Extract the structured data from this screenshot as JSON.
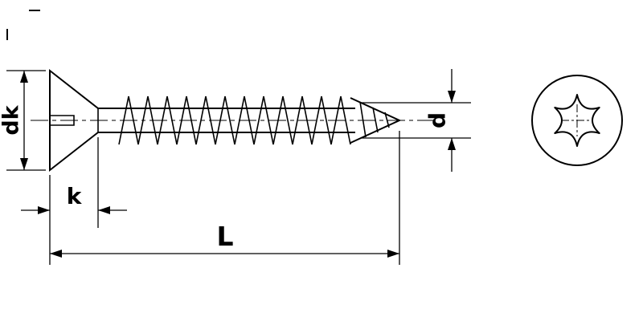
{
  "diagram": {
    "labels": {
      "head_diameter": "dk",
      "head_height": "k",
      "thread_diameter": "d",
      "total_length": "L"
    },
    "icons": {
      "drive_end_view": "torx-star-icon"
    },
    "colors": {
      "line": "#000000",
      "background": "#ffffff"
    }
  }
}
